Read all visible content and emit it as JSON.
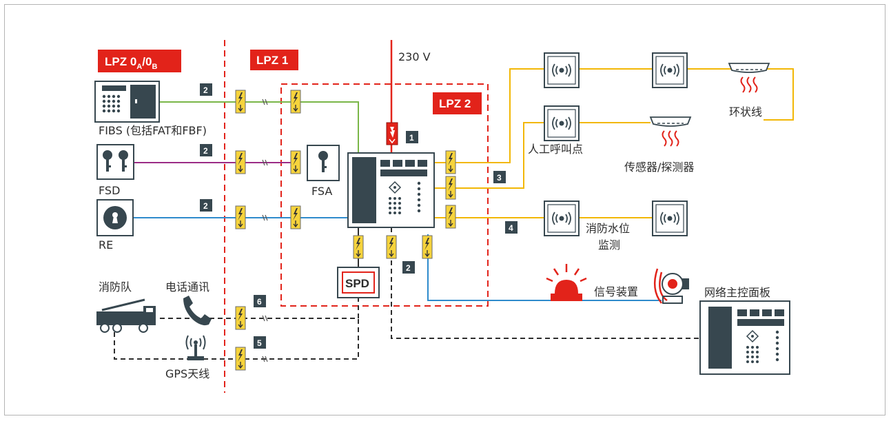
{
  "zones": {
    "lpz0": {
      "base": "LPZ 0",
      "sub_a": "A",
      "sep": "/0",
      "sub_b": "B"
    },
    "lpz1": "LPZ 1",
    "lpz2": "LPZ 2"
  },
  "voltage": "230 V",
  "devices": {
    "fibs": "FIBS (包括FAT和FBF)",
    "fsd": "FSD",
    "re": "RE",
    "fsa": "FSA",
    "fire_brigade": "消防队",
    "telephone": "电话通讯",
    "gps": "GPS天线",
    "spd": "SPD",
    "manual_call_point": "人工呼叫点",
    "sensor": "传感器/探测器",
    "ring_line": "环状线",
    "water_level_1": "消防水位",
    "water_level_2": "监测",
    "signal": "信号装置",
    "network_panel": "网络主控面板"
  },
  "line_numbers": [
    "1",
    "2",
    "3",
    "4",
    "5",
    "6"
  ],
  "colors": {
    "zone_red": "#e2231a",
    "panel_dark": "#37474f",
    "green": "#7ab648",
    "purple": "#9b2c86",
    "blue": "#2e8bcc",
    "yellow": "#f2b705",
    "arrester_yellow": "#f6d33c"
  },
  "icons": [
    "arrester-icon",
    "key-icon",
    "keyhole-icon",
    "phone-icon",
    "antenna-icon",
    "fire-truck-icon",
    "sounder-icon",
    "smoke-detector-icon",
    "beacon-icon",
    "bell-icon"
  ]
}
